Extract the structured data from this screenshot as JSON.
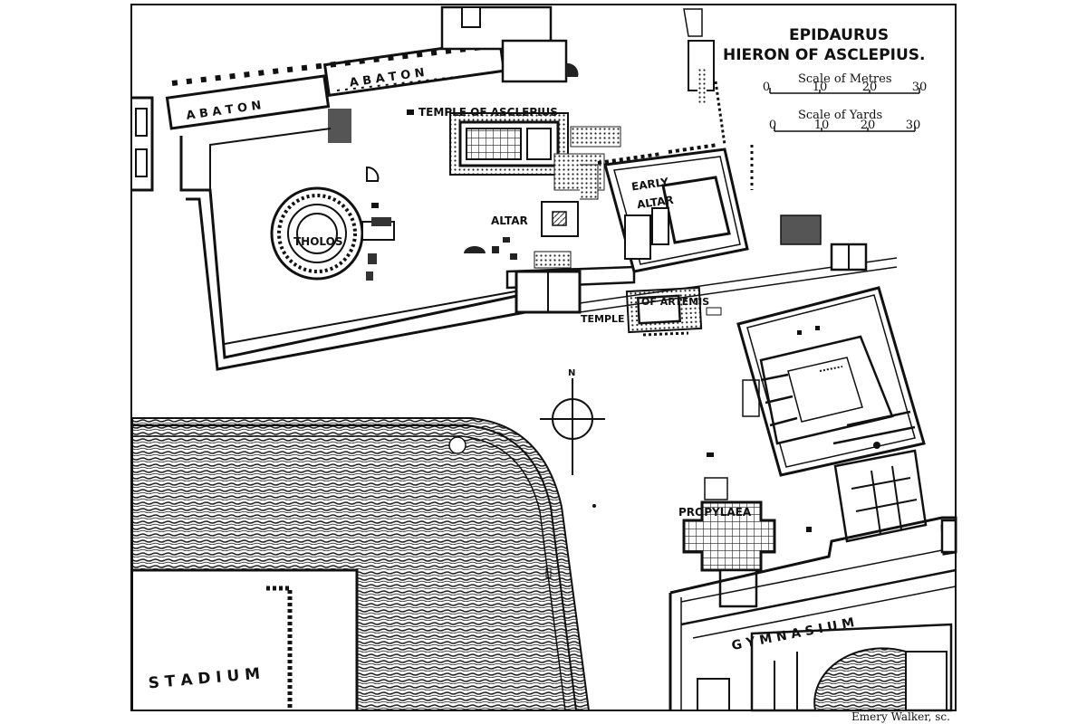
{
  "title": {
    "line1": "EPIDAURUS",
    "line2": "HIERON OF ASCLEPIUS."
  },
  "scales": {
    "metres": {
      "label": "Scale of Metres",
      "ticks": [
        "0",
        "10",
        "20",
        "30"
      ]
    },
    "yards": {
      "label": "Scale of Yards",
      "ticks": [
        "0",
        "10",
        "20",
        "30"
      ]
    }
  },
  "labels": {
    "abaton_west": "A B A T O N",
    "abaton_east": "A B A T O N",
    "temple_of_asclepius": "TEMPLE OF ASCLEPIUS",
    "tholos": "THOLOS",
    "altar": "ALTAR",
    "early_altar_1": "EARLY",
    "early_altar_2": "ALTAR",
    "temple_of_artemis_1": "TEMPLE",
    "temple_of_artemis_2": "OF ARTEMIS",
    "stadium": "S T A D I U M",
    "propylaea": "PROPYLAEA",
    "gymnasium": "G Y M N A S I U M"
  },
  "compass": {
    "north": "N"
  },
  "credit": "Emery Walker, sc.",
  "colors": {
    "ink": "#111111",
    "paper": "#ffffff",
    "mid": "#555555"
  }
}
